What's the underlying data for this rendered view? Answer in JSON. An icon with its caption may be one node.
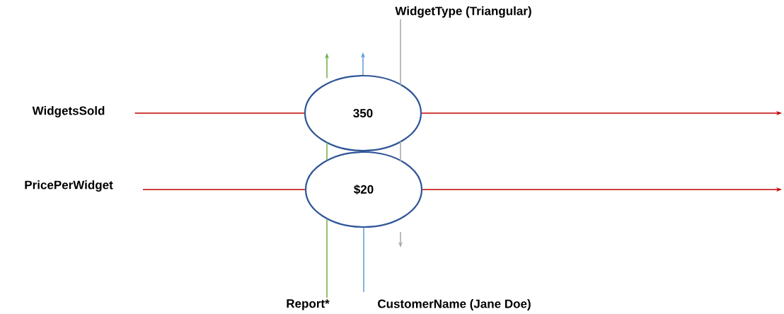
{
  "diagram": {
    "nodes": [
      {
        "text": [
          "WidgetsSold"
        ]
      },
      {
        "text": [
          "PricePerWidget"
        ]
      },
      {
        "text": [
          "350"
        ]
      },
      {
        "text": [
          "$20"
        ]
      },
      {
        "text": [
          "WidgetType (Triangular)"
        ]
      },
      {
        "text": [
          "Report*"
        ]
      },
      {
        "text": [
          "CustomerName (Jane Doe)"
        ]
      }
    ],
    "edges": [
      {
        "from": 0,
        "to": 2,
        "arrow": "none"
      },
      {
        "from": 2,
        "to": null,
        "arrow": "to"
      },
      {
        "from": 1,
        "to": 3,
        "arrow": "none"
      },
      {
        "from": 3,
        "to": null,
        "arrow": "to"
      },
      {
        "from": 5,
        "to": null,
        "arrow": "to",
        "color": "#70ad47"
      },
      {
        "from": 6,
        "to": 3,
        "arrow": "none",
        "color": "#5b9bd5"
      },
      {
        "from": 2,
        "to": null,
        "arrow": "to",
        "color": "#5b9bd5"
      },
      {
        "from": 4,
        "to": null,
        "arrow": "to",
        "color": "#a6a6a6"
      }
    ]
  }
}
